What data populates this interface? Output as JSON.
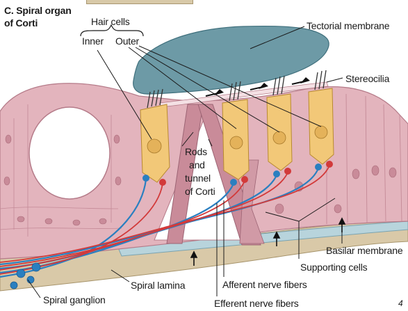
{
  "panel": {
    "title_line1": "C. Spiral organ",
    "title_line2": "of Corti",
    "corner_mark": "4"
  },
  "labels": {
    "hair_cells": "Hair cells",
    "inner": "Inner",
    "outer": "Outer",
    "tectorial_membrane": "Tectorial membrane",
    "stereocilia": "Stereocilia",
    "rods_line1": "Rods",
    "rods_line2": "and",
    "rods_line3": "tunnel",
    "rods_line4": "of Corti",
    "basilar_membrane": "Basilar membrane",
    "supporting_cells": "Supporting cells",
    "afferent_nerve_fibers": "Afferent nerve fibers",
    "efferent_nerve_fibers": "Efferent nerve fibers",
    "spiral_lamina": "Spiral lamina",
    "spiral_ganglion": "Spiral ganglion"
  },
  "colors": {
    "tectorial": "#6d9aa6",
    "tissue": "#e3b4bd",
    "tissue_dark": "#c98b99",
    "hair_cell": "#f2c878",
    "nerve_blue": "#2a7fc0",
    "nerve_red": "#d23a3a",
    "basilar": "#b8d4dc",
    "bone": "#d9c9a8"
  }
}
